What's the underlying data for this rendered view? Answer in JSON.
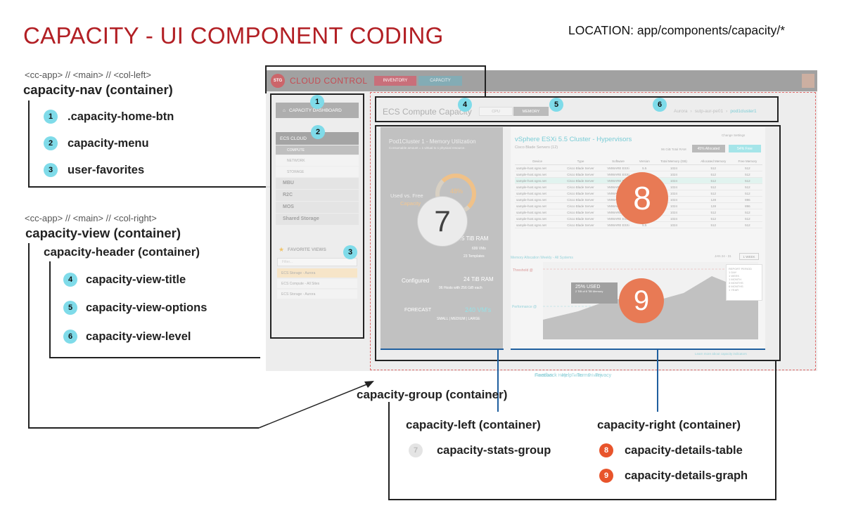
{
  "title": "CAPACITY - UI COMPONENT CODING",
  "location": "LOCATION: app/components/capacity/*",
  "left_groups": [
    {
      "path": "<cc-app>  //  <main>  // <col-left>",
      "title": "capacity-nav (container)",
      "items": [
        {
          "num": "1",
          "label": ".capacity-home-btn"
        },
        {
          "num": "2",
          "label": "capacity-menu"
        },
        {
          "num": "3",
          "label": "user-favorites"
        }
      ]
    },
    {
      "path": "<cc-app>  //  <main>  // <col-right>",
      "title": "capacity-view (container)",
      "subtitle": "capacity-header (container)",
      "items": [
        {
          "num": "4",
          "label": "capacity-view-title"
        },
        {
          "num": "5",
          "label": "capacity-view-options"
        },
        {
          "num": "6",
          "label": "capacity-view-level"
        }
      ]
    }
  ],
  "bottom": {
    "group_title": "capacity-group (container)",
    "left_title": "capacity-left (container)",
    "left_items": [
      {
        "num": "7",
        "label": "capacity-stats-group"
      }
    ],
    "right_title": "capacity-right (container)",
    "right_items": [
      {
        "num": "8",
        "label": "capacity-details-table"
      },
      {
        "num": "9",
        "label": "capacity-details-graph"
      }
    ]
  },
  "mock": {
    "logo": "STG",
    "app_name": "CLOUD CONTROL",
    "tabs": [
      "INVENTORY",
      "CAPACITY"
    ],
    "home_btn": "CAPACITY DASHBOARD",
    "menu_head": "ECS CLOUD",
    "submenu": [
      "COMPUTE",
      "NETWORK",
      "STORAGE"
    ],
    "menu": [
      "MBU",
      "R2C",
      "MOS",
      "Shared Storage"
    ],
    "fav_title": "FAVORITE VIEWS",
    "fav_filter": "Filter...",
    "favs": [
      "ECS Storage - Aurora",
      "ECS Compute - All Sites",
      "ECS Storage - Aurora"
    ],
    "view_title": "ECS Compute Capacity",
    "options": [
      "CPU",
      "MEMORY"
    ],
    "level": [
      "Aurora",
      "sutp-aur-pe01",
      "pod1cluster1"
    ],
    "left_panel": {
      "title": "Pod1Cluster 1 - Memory Utilization",
      "sub": "Consumable amount = 1 virtual to 1 physical resource.",
      "used_vs_free": "Used vs. Free",
      "capacity": "Capacity",
      "pct": "48%",
      "ram": "10.5 TiB RAM",
      "vms": "699 VMs",
      "templates": "23 Templates",
      "configured": "Configured",
      "configured_val": "24 TiB RAM",
      "hosts": "96 Hosts with 256 GiB each",
      "forecast": "FORECAST",
      "forecast_val": "240 VM's",
      "sizes": "SMALL  |  MEDIUM  |  LARGE"
    },
    "right_panel": {
      "title": "vSphere ESXi 5.5 Cluster - Hypervisors",
      "sub": "Cisco Blade Servers (12)",
      "change": "Change Settings",
      "total": "96 GiB Total RAM",
      "allocated": "45% Allocated",
      "free": "54% Free",
      "columns": [
        "Device",
        "Type",
        "Software",
        "Version",
        "Total Memory (GB)",
        "Allocated Memory",
        "Free Memory"
      ],
      "rows": [
        [
          "sample-host.sgns.net",
          "Cisco Blade Server",
          "VMWARE ESXi",
          "5.5",
          "1024",
          "512",
          "512"
        ],
        [
          "sample-host.sgns.net",
          "Cisco Blade Server",
          "VMWARE ESXi",
          "5.5",
          "1024",
          "512",
          "512"
        ],
        [
          "sample-host.sgns.net",
          "Cisco Blade Server",
          "VMWARE ESXi",
          "5.5",
          "1024",
          "512",
          "512"
        ],
        [
          "sample-host.sgns.net",
          "Cisco Blade Server",
          "VMWARE ESXi",
          "5.5",
          "1024",
          "512",
          "512"
        ],
        [
          "sample-host.sgns.net",
          "Cisco Blade Server",
          "VMWARE ESXi",
          "5.5",
          "1024",
          "512",
          "512"
        ],
        [
          "sample-host.sgns.net",
          "Cisco Blade Server",
          "VMWARE ESXi",
          "5.5",
          "1024",
          "128",
          "896"
        ],
        [
          "sample-host.sgns.net",
          "Cisco Blade Server",
          "VMWARE ESXi",
          "5.5",
          "1024",
          "128",
          "896"
        ],
        [
          "sample-host.sgns.net",
          "Cisco Blade Server",
          "VMWARE ESXi",
          "5.5",
          "1024",
          "512",
          "512"
        ],
        [
          "sample-host.sgns.net",
          "Cisco Blade Server",
          "VMWARE ESXi",
          "5.5",
          "1024",
          "512",
          "512"
        ],
        [
          "sample-host.sgns.net",
          "Cisco Blade Server",
          "VMWARE ESXi",
          "5.5",
          "1024",
          "512",
          "512"
        ]
      ],
      "graph_title": "Memory Allocation Weekly - All Systems",
      "date": "JAN 24 - 31",
      "week": "1 WEEK",
      "threshold": "Threshold @",
      "performance": "Performance @",
      "used": "25% USED",
      "used_sub": "2 TiB of 8 TiB Memory",
      "report": "REPORT PERIOD",
      "periods": [
        "1 DAY",
        "1 WEEK",
        "1 MONTH",
        "3 MONTHS",
        "6 MONTHS",
        "1 YEAR"
      ],
      "learn": "Learn more about capacity indicators"
    },
    "footer": [
      "Feedback",
      "Help",
      "Terms",
      "Privacy"
    ]
  },
  "colors": {
    "title": "#b21f24",
    "cyan": "#7fdbe9",
    "orange": "#e8542b",
    "blue": "#1f5f9f"
  }
}
